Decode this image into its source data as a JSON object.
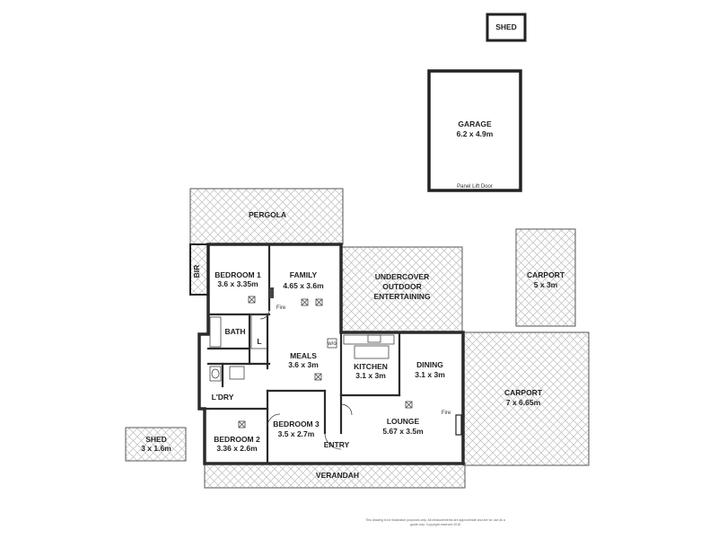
{
  "labels": {
    "shed_top": "SHED",
    "garage": "GARAGE",
    "garage_dims": "6.2 x 4.9m",
    "panel_lift_door": "Panel Lift Door",
    "pergola": "PERGOLA",
    "bir": "BIR",
    "bedroom1": "BEDROOM 1",
    "bedroom1_dims": "3.6 x 3.35m",
    "family": "FAMILY",
    "family_dims": "4.65 x 3.6m",
    "fire_family": "Fire",
    "undercover_line1": "UNDERCOVER",
    "undercover_line2": "OUTDOOR",
    "undercover_line3": "ENTERTAINING",
    "carport_right": "CARPORT",
    "carport_right_dims": "5 x 3m",
    "bath": "BATH",
    "l_closet": "L",
    "meals": "MEALS",
    "meals_dims": "3.6 x 3m",
    "wo": "w/o",
    "kitchen": "KITCHEN",
    "kitchen_dims": "3.1 x 3m",
    "dining": "DINING",
    "dining_dims": "3.1 x 3m",
    "carport_large": "CARPORT",
    "carport_large_dims": "7 x 6.65m",
    "ldry": "L'DRY",
    "bedroom3": "BEDROOM 3",
    "bedroom3_dims": "3.5 x 2.7m",
    "lounge": "LOUNGE",
    "lounge_dims": "5.67 x 3.5m",
    "fire_lounge": "Fire",
    "shed_small": "SHED",
    "shed_small_dims": "3 x 1.6m",
    "bedroom2": "BEDROOM 2",
    "bedroom2_dims": "3.36 x 2.6m",
    "entry": "ENTRY",
    "verandah": "VERANDAH",
    "disclaimer_line1": "This drawing is for illustration purposes only. All measurements are approximate and are for use as a",
    "disclaimer_line2": "guide only. Copyright reserved 2018"
  }
}
